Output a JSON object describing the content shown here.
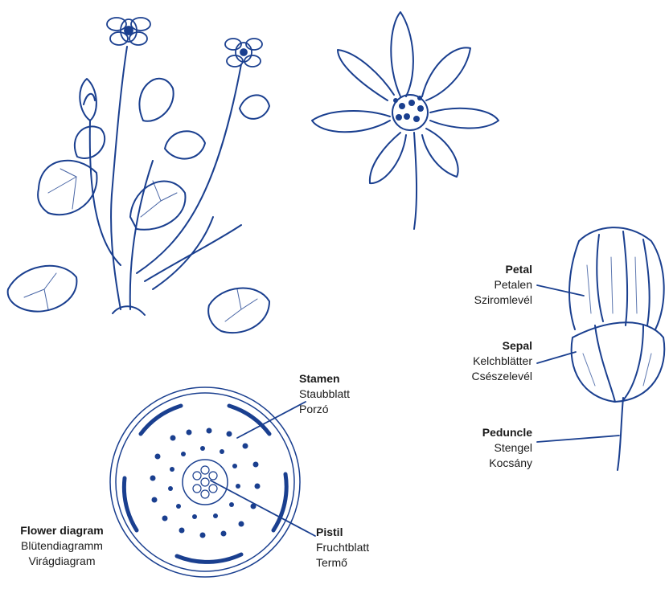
{
  "colors": {
    "ink": "#1a3f8f",
    "text": "#1a1a1a"
  },
  "labels": {
    "petal": {
      "title": "Petal",
      "de": "Petalen",
      "hu": "Sziromlevél"
    },
    "sepal": {
      "title": "Sepal",
      "de": "Kelchblätter",
      "hu": "Csészelevél"
    },
    "peduncle": {
      "title": "Peduncle",
      "de": "Stengel",
      "hu": "Kocsány"
    },
    "stamen": {
      "title": "Stamen",
      "de": "Staubblatt",
      "hu": "Porzó"
    },
    "pistil": {
      "title": "Pistil",
      "de": "Fruchtblatt",
      "hu": "Termő"
    },
    "diagram": {
      "title": "Flower diagram",
      "de": "Blütendiagramm",
      "hu": "Virágdiagram"
    }
  }
}
